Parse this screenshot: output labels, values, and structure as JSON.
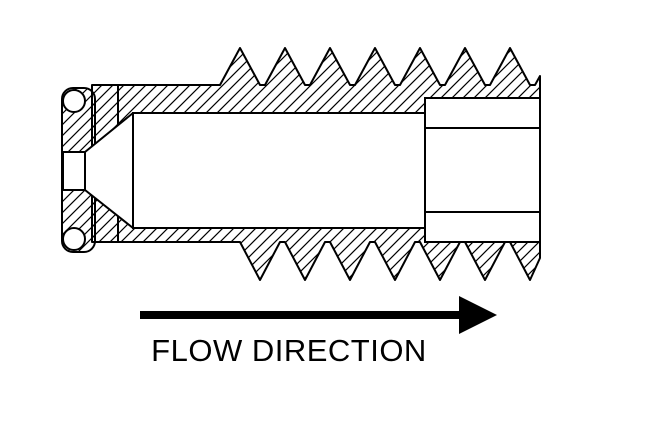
{
  "label": {
    "flow_direction": "FLOW DIRECTION"
  },
  "colors": {
    "line": "#000000",
    "background": "#ffffff"
  },
  "diagram": {
    "type": "technical cross-section of threaded flow fitting",
    "arrow_direction": "right"
  }
}
